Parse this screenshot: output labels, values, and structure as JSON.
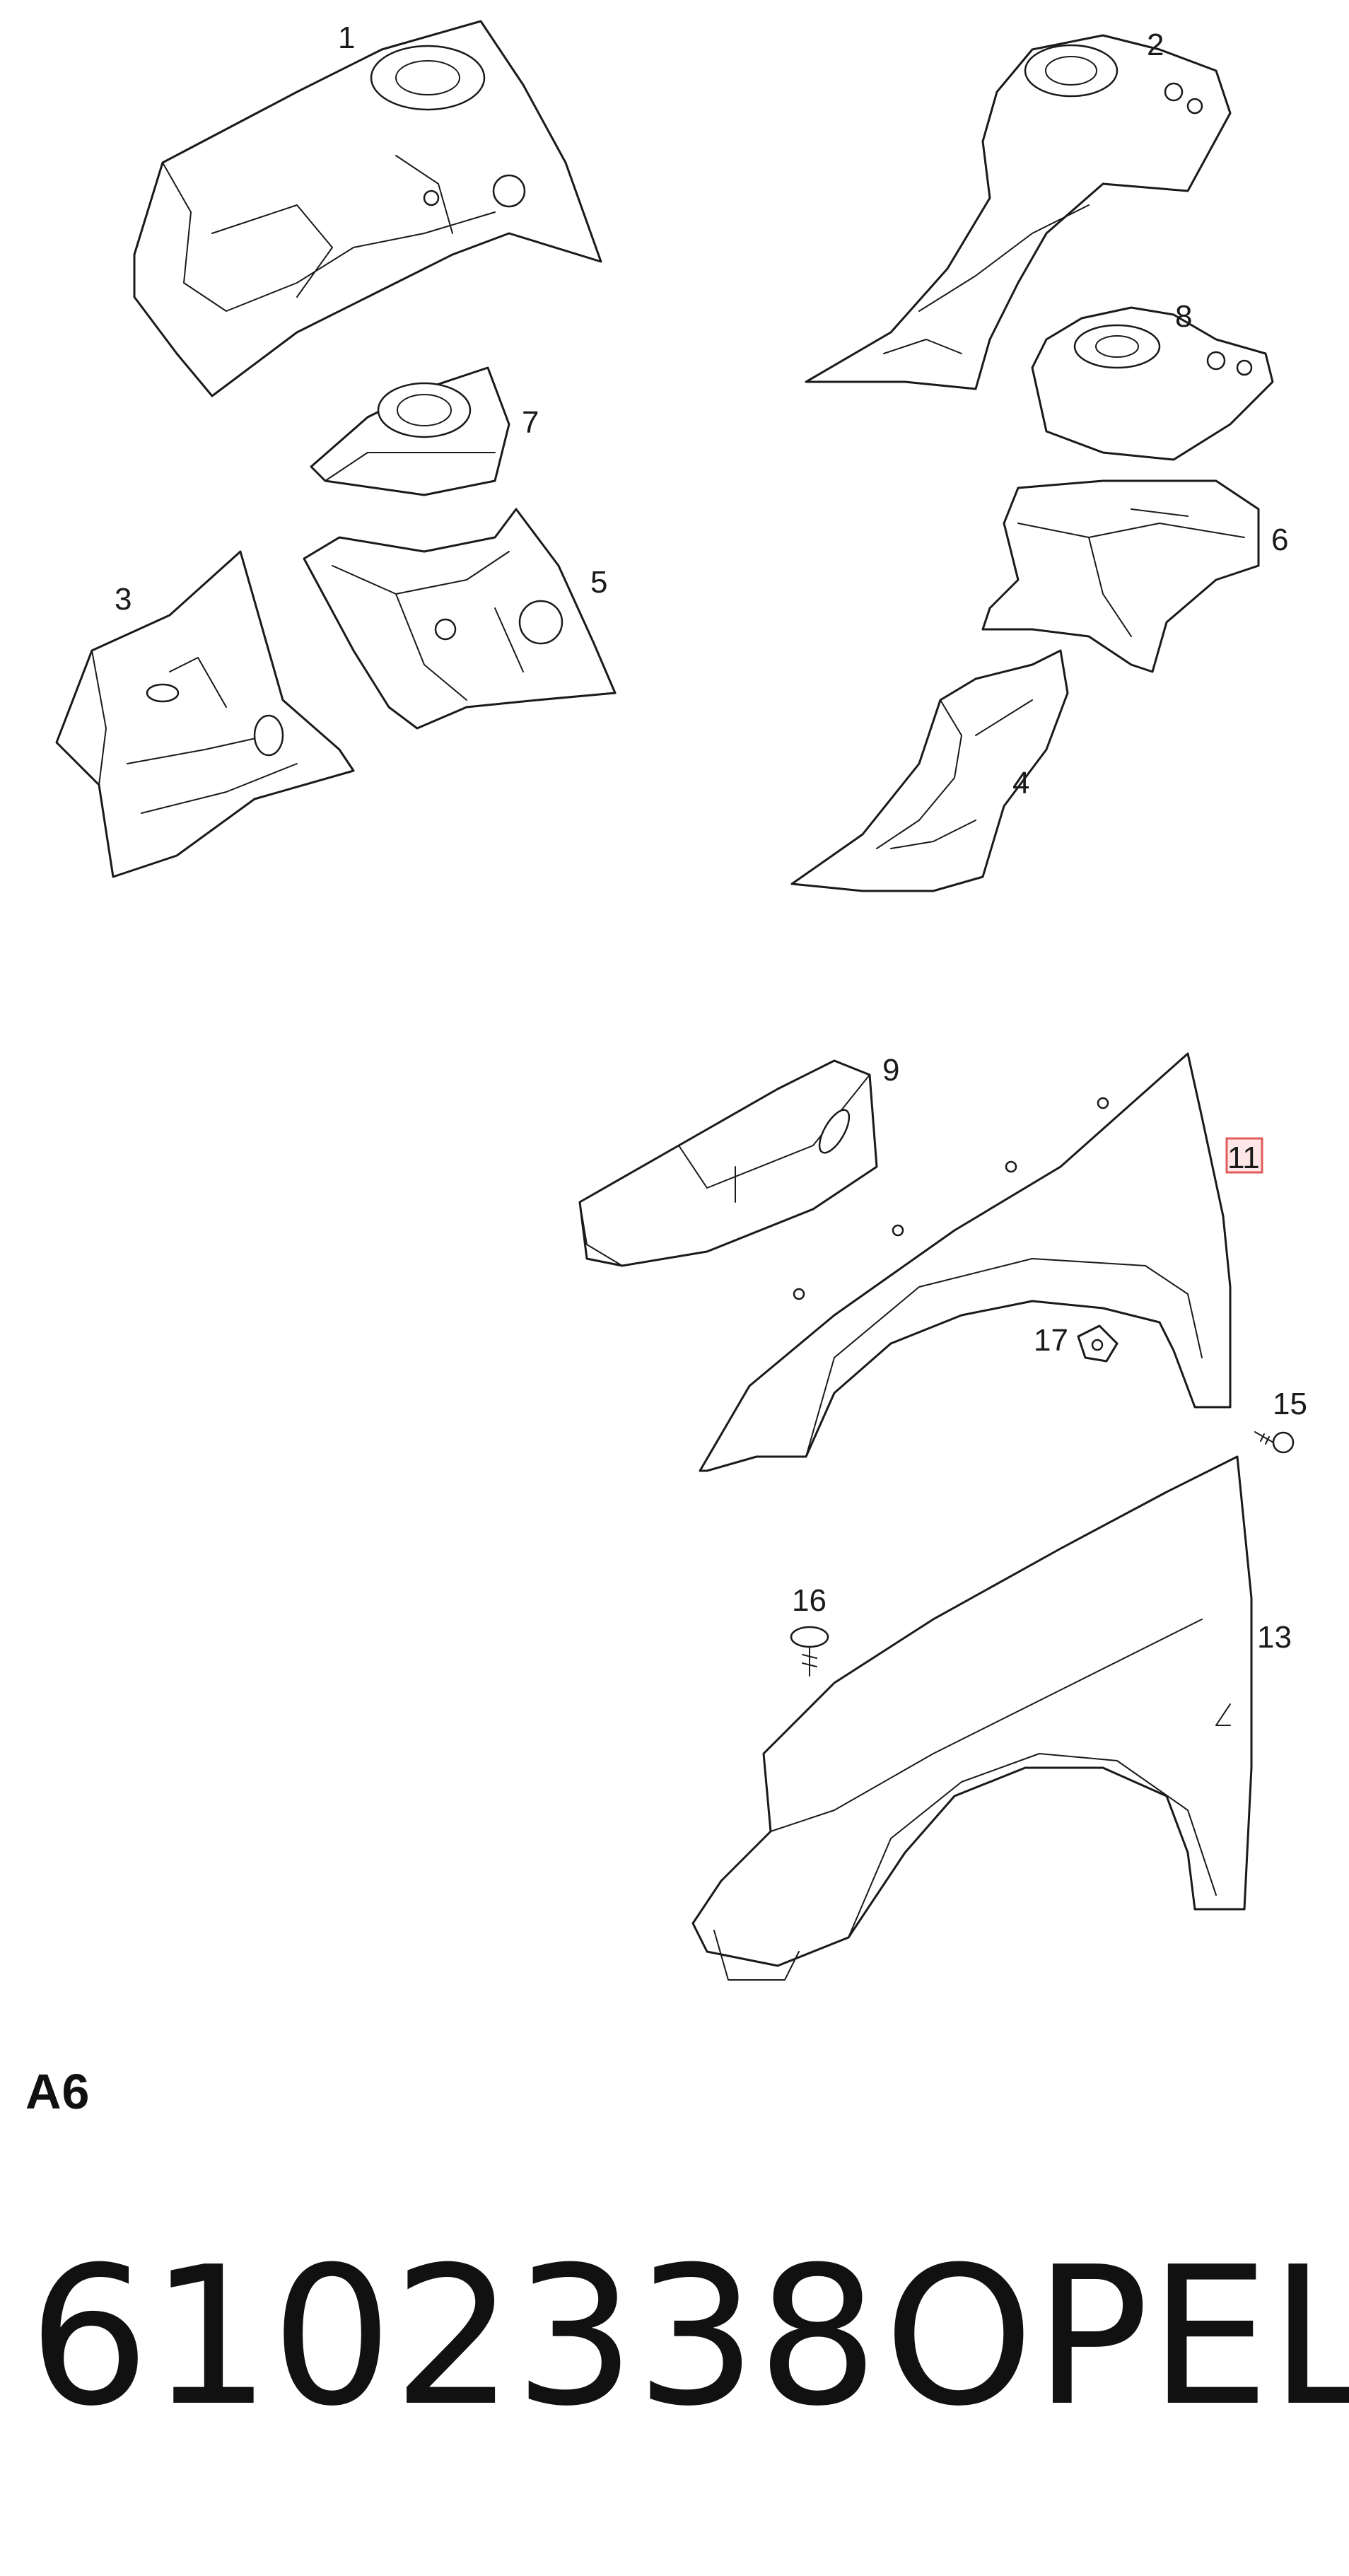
{
  "callouts": {
    "c1": "1",
    "c2": "2",
    "c3": "3",
    "c4": "4",
    "c5": "5",
    "c6": "6",
    "c7": "7",
    "c8": "8",
    "c9": "9",
    "c11": "11",
    "c13": "13",
    "c15": "15",
    "c16": "16",
    "c17": "17"
  },
  "footer": {
    "section_code": "A6",
    "part_number": "6102338",
    "brand": "OPEL"
  },
  "colors": {
    "line": "#1a1a1a",
    "highlight": "#e35b5b"
  }
}
